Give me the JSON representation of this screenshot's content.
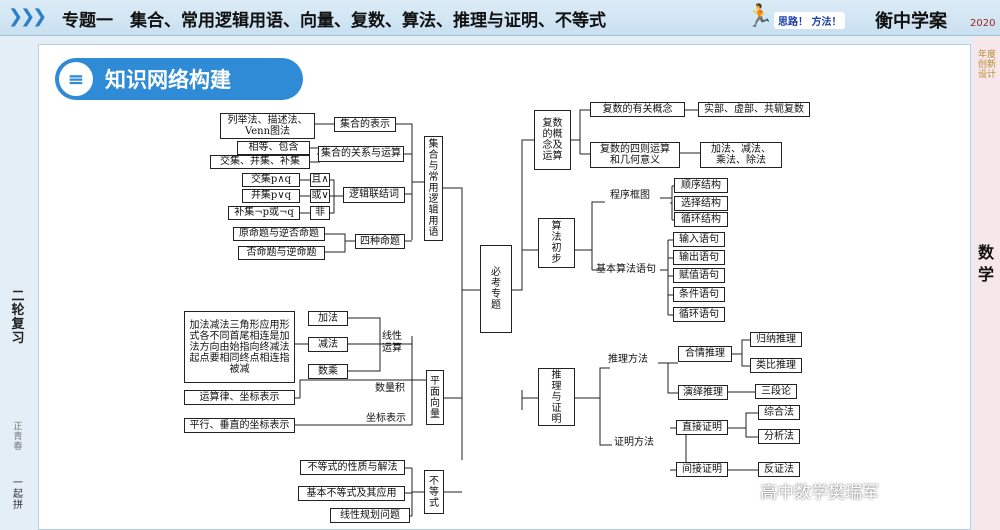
{
  "header": {
    "chevrons": "❯❯❯",
    "title": "专题一　集合、常用逻辑用语、向量、复数、算法、推理与证明、不等式"
  },
  "brand": {
    "slogan": "思路！ 方法！",
    "name": "衡中学案",
    "year": "2020"
  },
  "right_sidebar": {
    "text": "年度创新设计",
    "subject": "数学"
  },
  "left_sidebar": {
    "big": "二轮复习",
    "small": "正青春",
    "small2": "一起拼"
  },
  "section": {
    "title": "知识网络构建"
  },
  "watermark": "高中数学樊瑞军",
  "map": {
    "center": "必考专题",
    "set": {
      "title": "集合与常用逻辑用语",
      "repr": "集合的表示",
      "repr_methods": "列举法、描述法、Venn图法",
      "rel": "集合的关系与运算",
      "rel_a": "相等、包含",
      "rel_b": "交集、并集、补集",
      "logic": "逻辑联结词",
      "l1": "交集p∧q",
      "l1r": "且∧",
      "l2": "并集p∨q",
      "l2r": "或∨",
      "l3": "补集¬p或¬q",
      "l3r": "非",
      "four": "四种命题",
      "f1": "原命题与逆否命题",
      "f2": "否命题与逆命题"
    },
    "vector": {
      "title": "平面向量",
      "linear": "线性运算",
      "add": "加法",
      "sub": "减法",
      "mul": "数乘",
      "rule": "加法减法三角形应用形式各不同首尾相连是加法方向由始指向终减法起点要相同终点相连指被减",
      "dot": "数量积",
      "dot_r": "运算律、坐标表示",
      "coord": "坐标表示",
      "coord_r": "平行、垂直的坐标表示"
    },
    "ineq": {
      "title": "不等式",
      "i1": "不等式的性质与解法",
      "i2": "基本不等式及其应用",
      "i3": "线性规划问题"
    },
    "complex": {
      "title": "复数的概念及运算",
      "c1": "复数的有关概念",
      "c1r": "实部、虚部、共轭复数",
      "c2": "复数的四则运算和几何意义",
      "c2r": "加法、减法、乘法、除法"
    },
    "algo": {
      "title": "算法初步",
      "chart": "程序框图",
      "s1": "顺序结构",
      "s2": "选择结构",
      "s3": "循环结构",
      "stmt": "基本算法语句",
      "a1": "输入语句",
      "a2": "输出语句",
      "a3": "赋值语句",
      "a4": "条件语句",
      "a5": "循环语句"
    },
    "proof": {
      "title": "推理与证明",
      "reason": "推理方法",
      "plaus": "合情推理",
      "p1": "归纳推理",
      "p2": "类比推理",
      "deduct": "演绎推理",
      "d1": "三段论",
      "method": "证明方法",
      "direct": "直接证明",
      "dr1": "综合法",
      "dr2": "分析法",
      "indirect": "间接证明",
      "ir1": "反证法"
    }
  }
}
